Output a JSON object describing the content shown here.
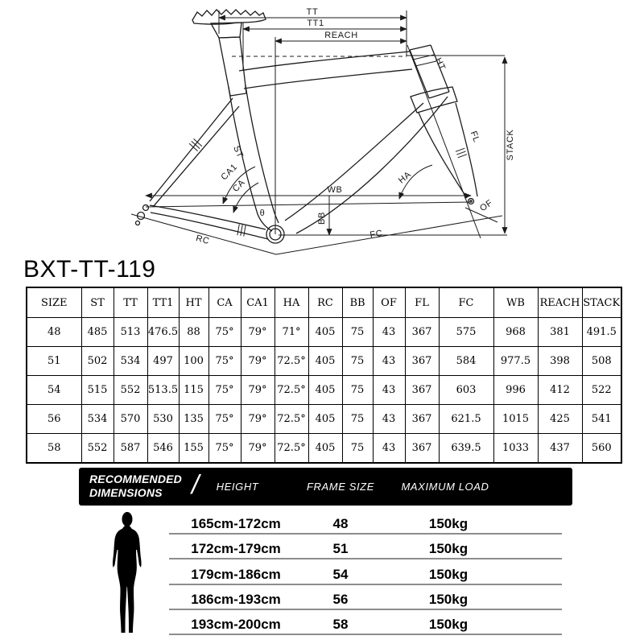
{
  "title": "BXT-TT-119",
  "diagram": {
    "labels": {
      "tt": "TT",
      "tt1": "TT1",
      "reach": "REACH",
      "ht": "HT",
      "fl": "FL",
      "stack": "STACK",
      "st": "ST",
      "ca1": "CA1",
      "ca": "CA",
      "theta": "θ",
      "ha": "HA",
      "wb": "WB",
      "bb": "BB",
      "of": "OF",
      "rc": "RC",
      "fc": "FC"
    }
  },
  "geometry_table": {
    "columns": [
      "SIZE",
      "ST",
      "TT",
      "TT1",
      "HT",
      "CA",
      "CA1",
      "HA",
      "RC",
      "BB",
      "OF",
      "FL",
      "FC",
      "WB",
      "REACH",
      "STACK"
    ],
    "rows": [
      [
        "48",
        "485",
        "513",
        "476.5",
        "88",
        "75°",
        "79°",
        "71°",
        "405",
        "75",
        "43",
        "367",
        "575",
        "968",
        "381",
        "491.5"
      ],
      [
        "51",
        "502",
        "534",
        "497",
        "100",
        "75°",
        "79°",
        "72.5°",
        "405",
        "75",
        "43",
        "367",
        "584",
        "977.5",
        "398",
        "508"
      ],
      [
        "54",
        "515",
        "552",
        "513.5",
        "115",
        "75°",
        "79°",
        "72.5°",
        "405",
        "75",
        "43",
        "367",
        "603",
        "996",
        "412",
        "522"
      ],
      [
        "56",
        "534",
        "570",
        "530",
        "135",
        "75°",
        "79°",
        "72.5°",
        "405",
        "75",
        "43",
        "367",
        "621.5",
        "1015",
        "425",
        "541"
      ],
      [
        "58",
        "552",
        "587",
        "546",
        "155",
        "75°",
        "79°",
        "72.5°",
        "405",
        "75",
        "43",
        "367",
        "639.5",
        "1033",
        "437",
        "560"
      ]
    ]
  },
  "recommend": {
    "header_line1": "RECOMMENDED",
    "header_line2": "DIMENSIONS",
    "slash": "/",
    "columns": [
      "HEIGHT",
      "FRAME SIZE",
      "MAXIMUM LOAD"
    ],
    "rows": [
      {
        "height": "165cm-172cm",
        "frame_size": "48",
        "max_load": "150kg"
      },
      {
        "height": "172cm-179cm",
        "frame_size": "51",
        "max_load": "150kg"
      },
      {
        "height": "179cm-186cm",
        "frame_size": "54",
        "max_load": "150kg"
      },
      {
        "height": "186cm-193cm",
        "frame_size": "56",
        "max_load": "150kg"
      },
      {
        "height": "193cm-200cm",
        "frame_size": "58",
        "max_load": "150kg"
      }
    ]
  },
  "colors": {
    "line": "#1b1b1b",
    "bar_bg": "#000000",
    "bar_text": "#ffffff",
    "underline": "#8d8d8d"
  }
}
